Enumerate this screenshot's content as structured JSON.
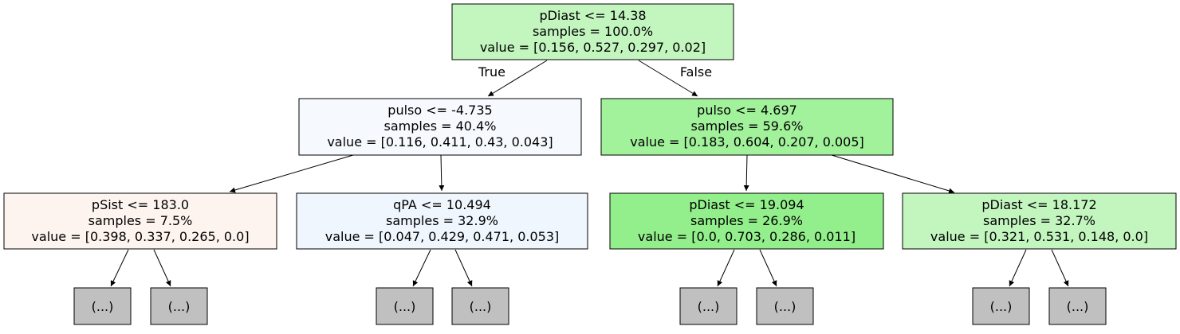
{
  "edge_labels": {
    "left": "True",
    "right": "False"
  },
  "nodes": {
    "root": {
      "line1": "pDiast <= 14.38",
      "line2": "samples = 100.0%",
      "line3": "value = [0.156, 0.527, 0.297, 0.02]",
      "fill": "#c3f5bf"
    },
    "n1": {
      "line1": "pulso <= -4.735",
      "line2": "samples = 40.4%",
      "line3": "value = [0.116, 0.411, 0.43, 0.043]",
      "fill": "#f6fafe"
    },
    "n2": {
      "line1": "pulso <= 4.697",
      "line2": "samples = 59.6%",
      "line3": "value = [0.183, 0.604, 0.207, 0.005]",
      "fill": "#a2f29b"
    },
    "n3": {
      "line1": "pSist <= 183.0",
      "line2": "samples = 7.5%",
      "line3": "value = [0.398, 0.337, 0.265, 0.0]",
      "fill": "#fdf4ef"
    },
    "n4": {
      "line1": "qPA <= 10.494",
      "line2": "samples = 32.9%",
      "line3": "value = [0.047, 0.429, 0.471, 0.053]",
      "fill": "#eff6fd"
    },
    "n5": {
      "line1": "pDiast <= 19.094",
      "line2": "samples = 26.9%",
      "line3": "value = [0.0, 0.703, 0.286, 0.011]",
      "fill": "#93ef8b"
    },
    "n6": {
      "line1": "pDiast <= 18.172",
      "line2": "samples = 32.7%",
      "line3": "value = [0.321, 0.531, 0.148, 0.0]",
      "fill": "#c3f5bf"
    }
  },
  "truncated_label": "(...)",
  "truncated_fill": "#c0c0c0"
}
